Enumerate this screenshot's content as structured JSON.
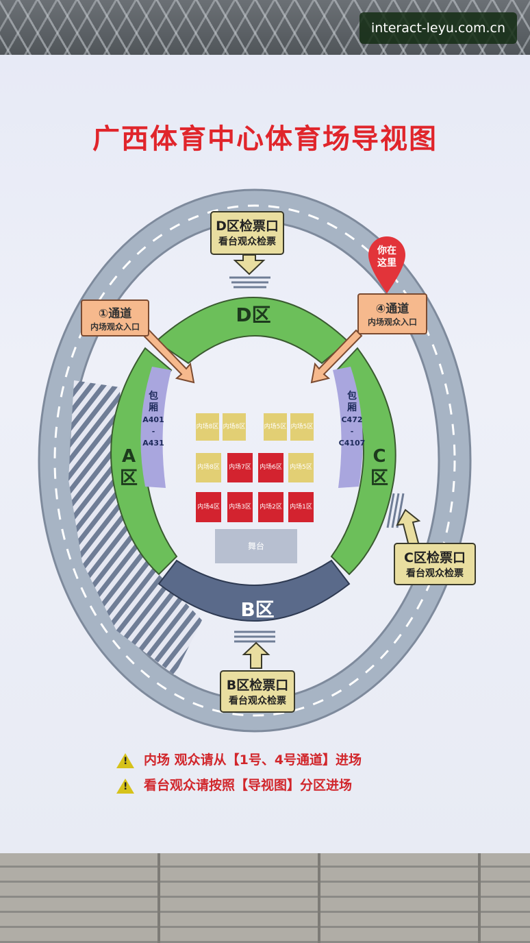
{
  "watermark": "interact-leyu.com.cn",
  "title": "广西体育中心体育场导视图",
  "zones": {
    "d": "D区",
    "a": [
      "A",
      "区"
    ],
    "c": [
      "C",
      "区"
    ],
    "b": "B区",
    "box_a": [
      "包",
      "厢",
      "A401",
      "-",
      "A431"
    ],
    "box_c": [
      "包",
      "厢",
      "C472",
      "-",
      "C4107"
    ]
  },
  "gates": {
    "d": [
      "D区检票口",
      "看台观众检票"
    ],
    "c": [
      "C区检票口",
      "看台观众检票"
    ],
    "b": [
      "B区检票口",
      "看台观众检票"
    ]
  },
  "passages": {
    "p1": [
      "①通道",
      "内场观众入口"
    ],
    "p4": [
      "④通道",
      "内场观众入口"
    ]
  },
  "you_are_here": [
    "你在",
    "这里"
  ],
  "floor": {
    "row1": [
      "内场8区",
      "内场8区",
      "内场5区",
      "内场5区"
    ],
    "row2": [
      "内场8区",
      "内场7区",
      "内场6区",
      "内场5区"
    ],
    "row3": [
      "内场4区",
      "内场3区",
      "内场2区",
      "内场1区"
    ],
    "stage": "舞台"
  },
  "notices": [
    "内场 观众请从【1号、4号通道】进场",
    "看台观众请按照【导视图】分区进场"
  ],
  "colors": {
    "title": "#e0252b",
    "stand_green": "#6cbf5a",
    "stand_b": "#5a6a8a",
    "box": "#a9a6de",
    "seat_red": "#d3232f",
    "seat_yellow": "#e2cf74"
  }
}
